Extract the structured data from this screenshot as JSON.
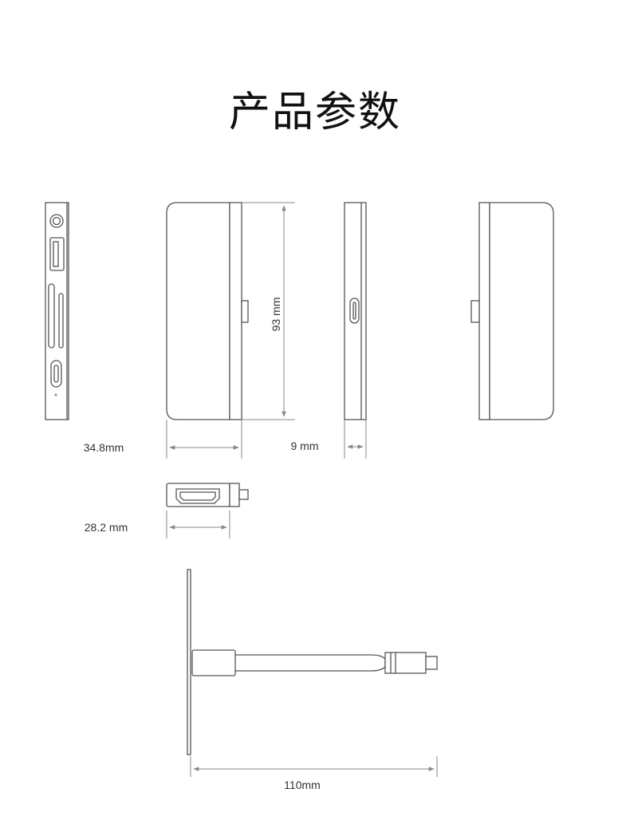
{
  "title": "产品参数",
  "dimensions": {
    "width": "34.8mm",
    "height": "93 mm",
    "thickness": "9 mm",
    "depth": "28.2 mm",
    "cable_length": "110mm"
  },
  "colors": {
    "outline": "#555555",
    "dimension_line": "#888888",
    "text": "#333333",
    "title": "#111111"
  }
}
